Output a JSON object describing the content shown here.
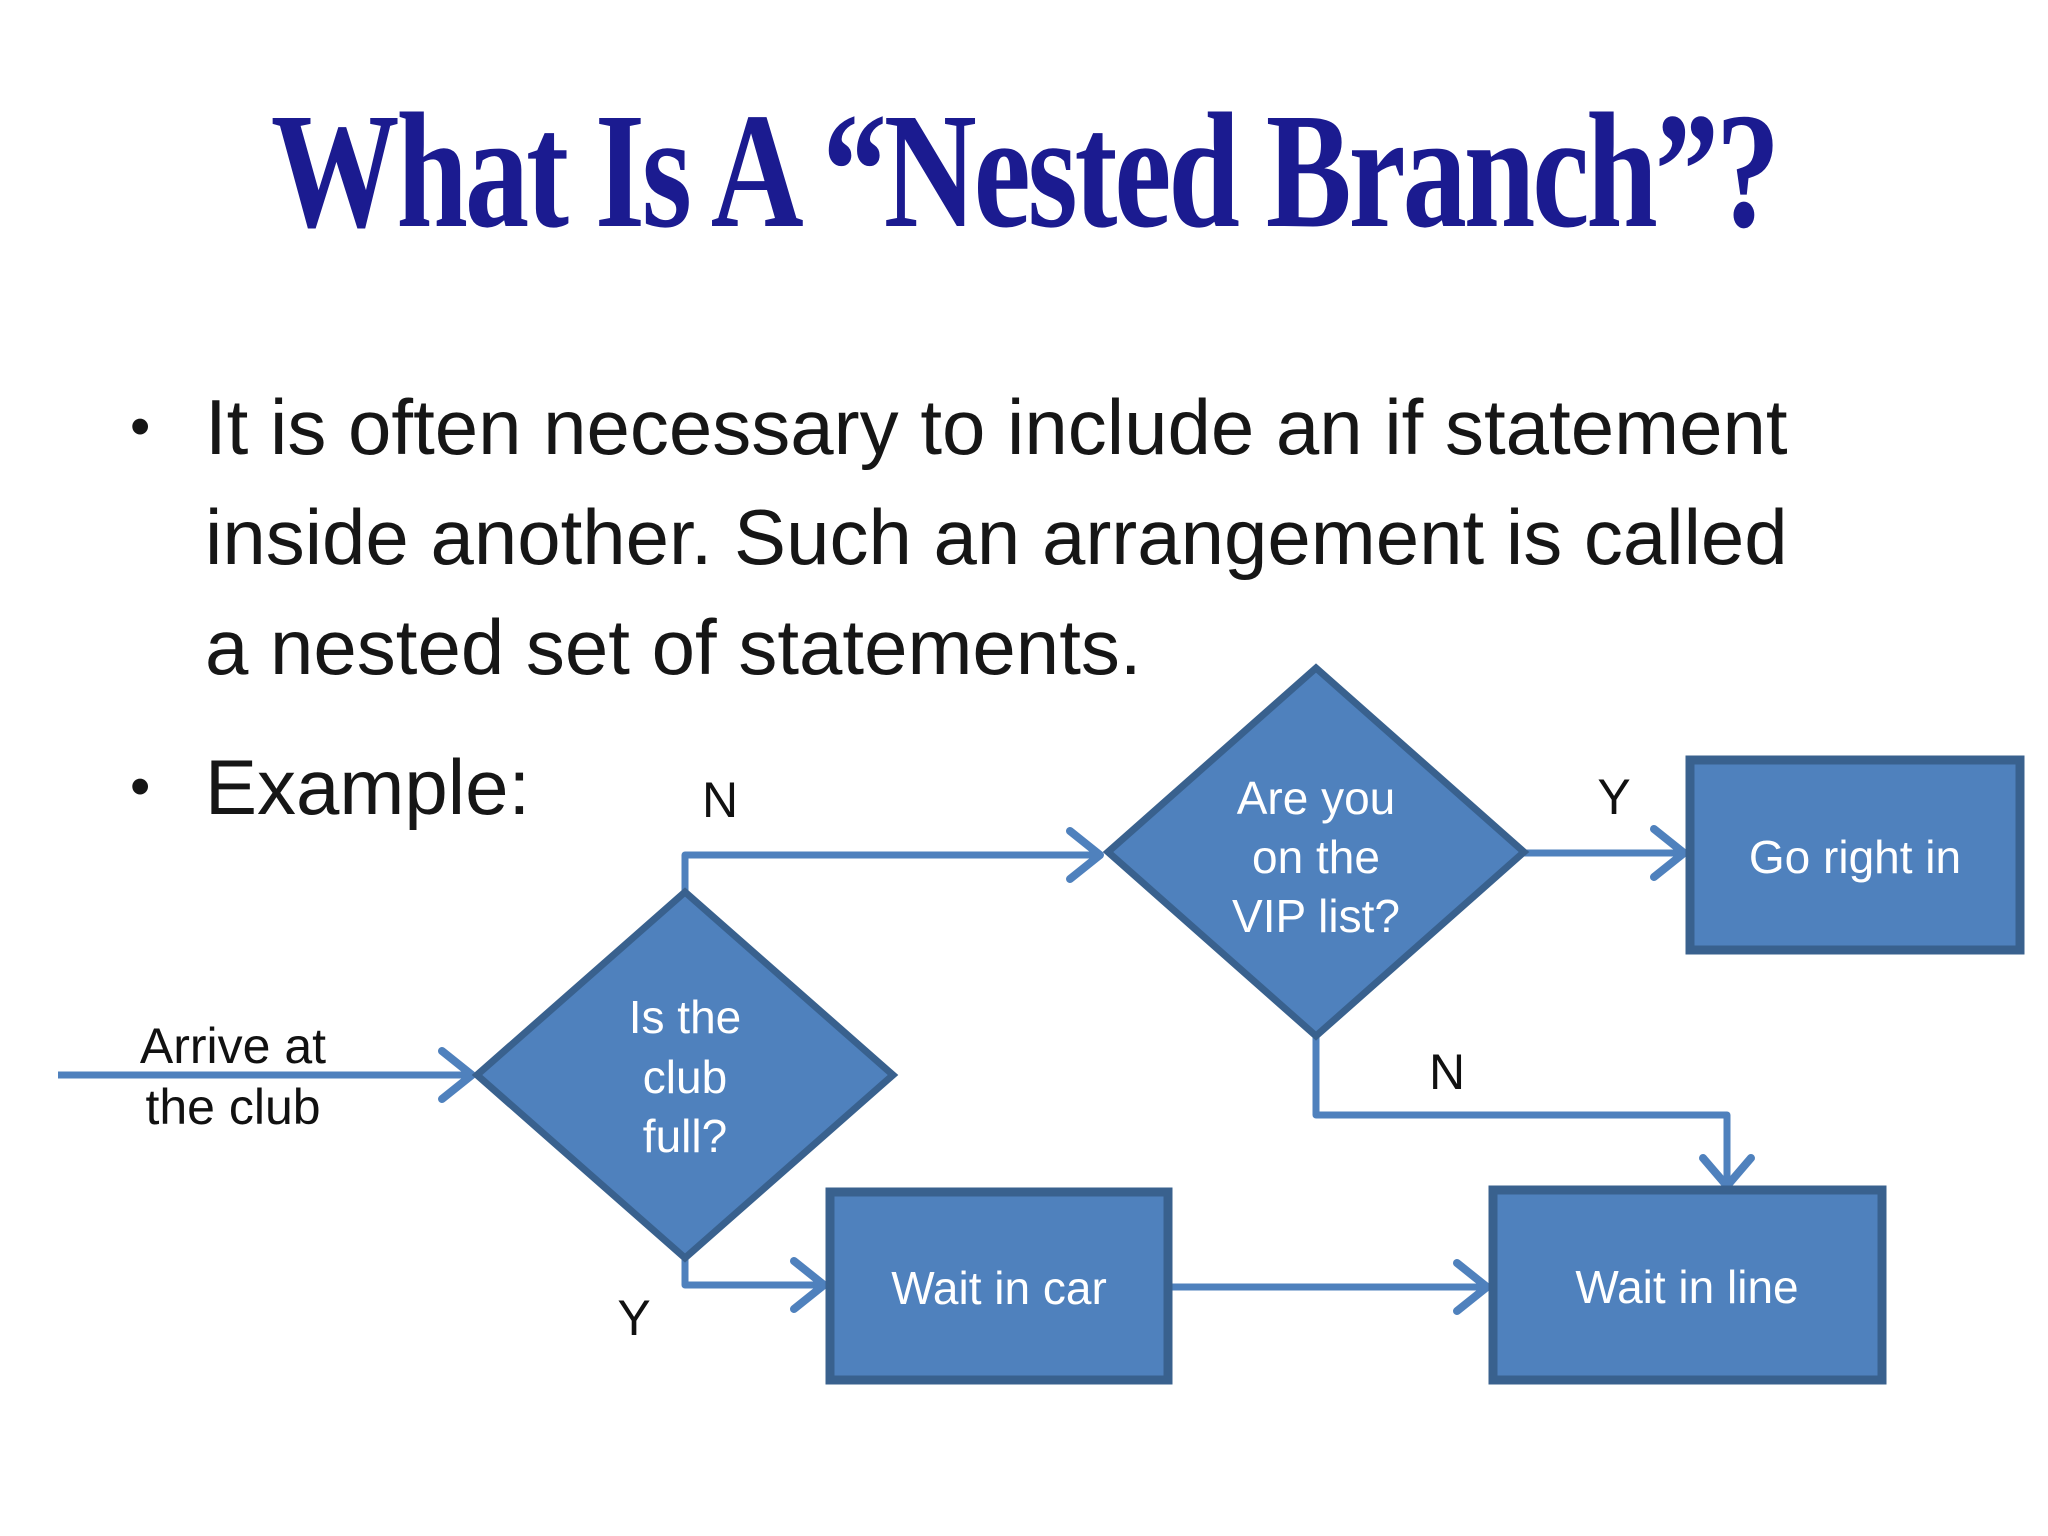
{
  "slide": {
    "title": "What Is A “Nested Branch”?",
    "bullet_glyph": "•",
    "bullets": [
      {
        "lines": [
          "It is often necessary to include an if statement",
          "inside another. Such an arrangement is called",
          "a nested set of statements."
        ]
      },
      {
        "lines": [
          "Example:"
        ]
      }
    ]
  },
  "flowchart": {
    "entry_label": [
      "Arrive at",
      "the club"
    ],
    "club_diamond": {
      "lines": [
        "Is the",
        "club",
        "full?"
      ]
    },
    "vip_diamond": {
      "lines": [
        "Are you",
        "on the",
        "VIP list?"
      ]
    },
    "go_right_in_box": {
      "label": "Go right in"
    },
    "wait_in_car_box": {
      "label": "Wait in car"
    },
    "wait_in_line_box": {
      "label": "Wait in line"
    },
    "branch_labels": {
      "club_no": "N",
      "club_yes": "Y",
      "vip_yes": "Y",
      "vip_no": "N"
    },
    "colors": {
      "shape_fill": "#4f81bd",
      "shape_border": "#39618e",
      "connector": "#4f81bd",
      "shape_text": "#ffffff",
      "label_text": "#111111"
    }
  },
  "colors": {
    "background": "#ffffff",
    "title_text": "#1b1b90",
    "body_text": "#161616"
  }
}
